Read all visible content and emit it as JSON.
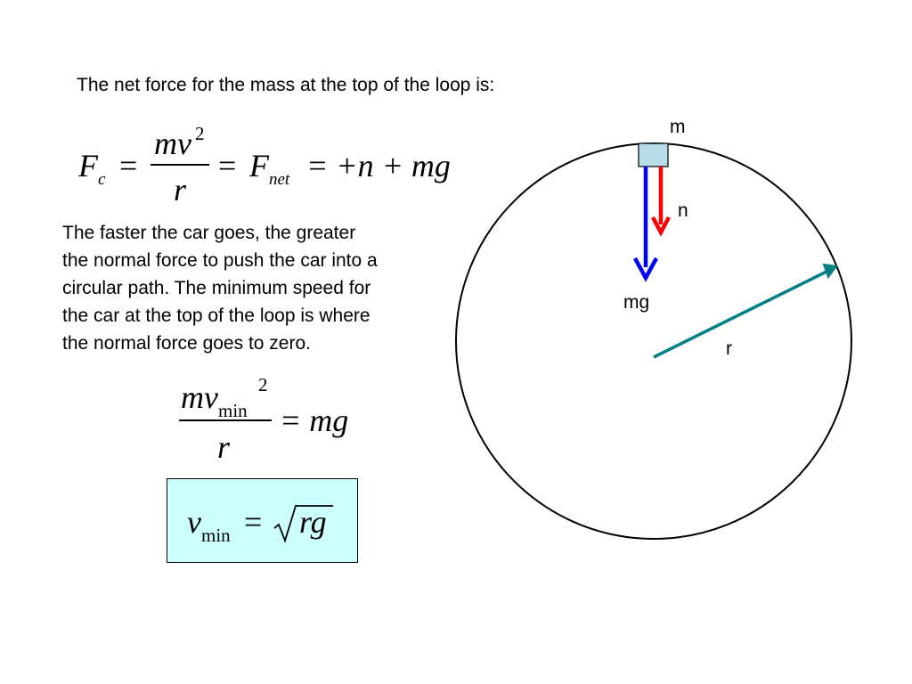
{
  "heading": "The net force for the mass at the top of the loop is:",
  "paragraph": "The faster the car goes, the greater\nthe normal force to push the car into a\ncircular path.  The minimum speed for\nthe car at the top of the loop is where\nthe normal force goes to zero.",
  "eq1": {
    "F": "F",
    "sub_c": "c",
    "eq": "=",
    "mv": "mv",
    "two": "2",
    "r": "r",
    "F2": "F",
    "sub_net": "net",
    "rhs": "= +n + mg"
  },
  "eq2": {
    "mv": "mv",
    "sub_min": "min",
    "two": "2",
    "r": "r",
    "rhs": "= mg"
  },
  "eq3": {
    "v": "v",
    "sub_min": "min",
    "eq": "=",
    "rg": "rg"
  },
  "diagram": {
    "mass_label": "m",
    "normal_label": "n",
    "weight_label": "mg",
    "radius_label": "r",
    "colors": {
      "mass_fill": "#b7dde8",
      "normal": "#ff0000",
      "weight": "#0000ff",
      "radius": "#008080",
      "eq_box": "#ccffff"
    }
  }
}
